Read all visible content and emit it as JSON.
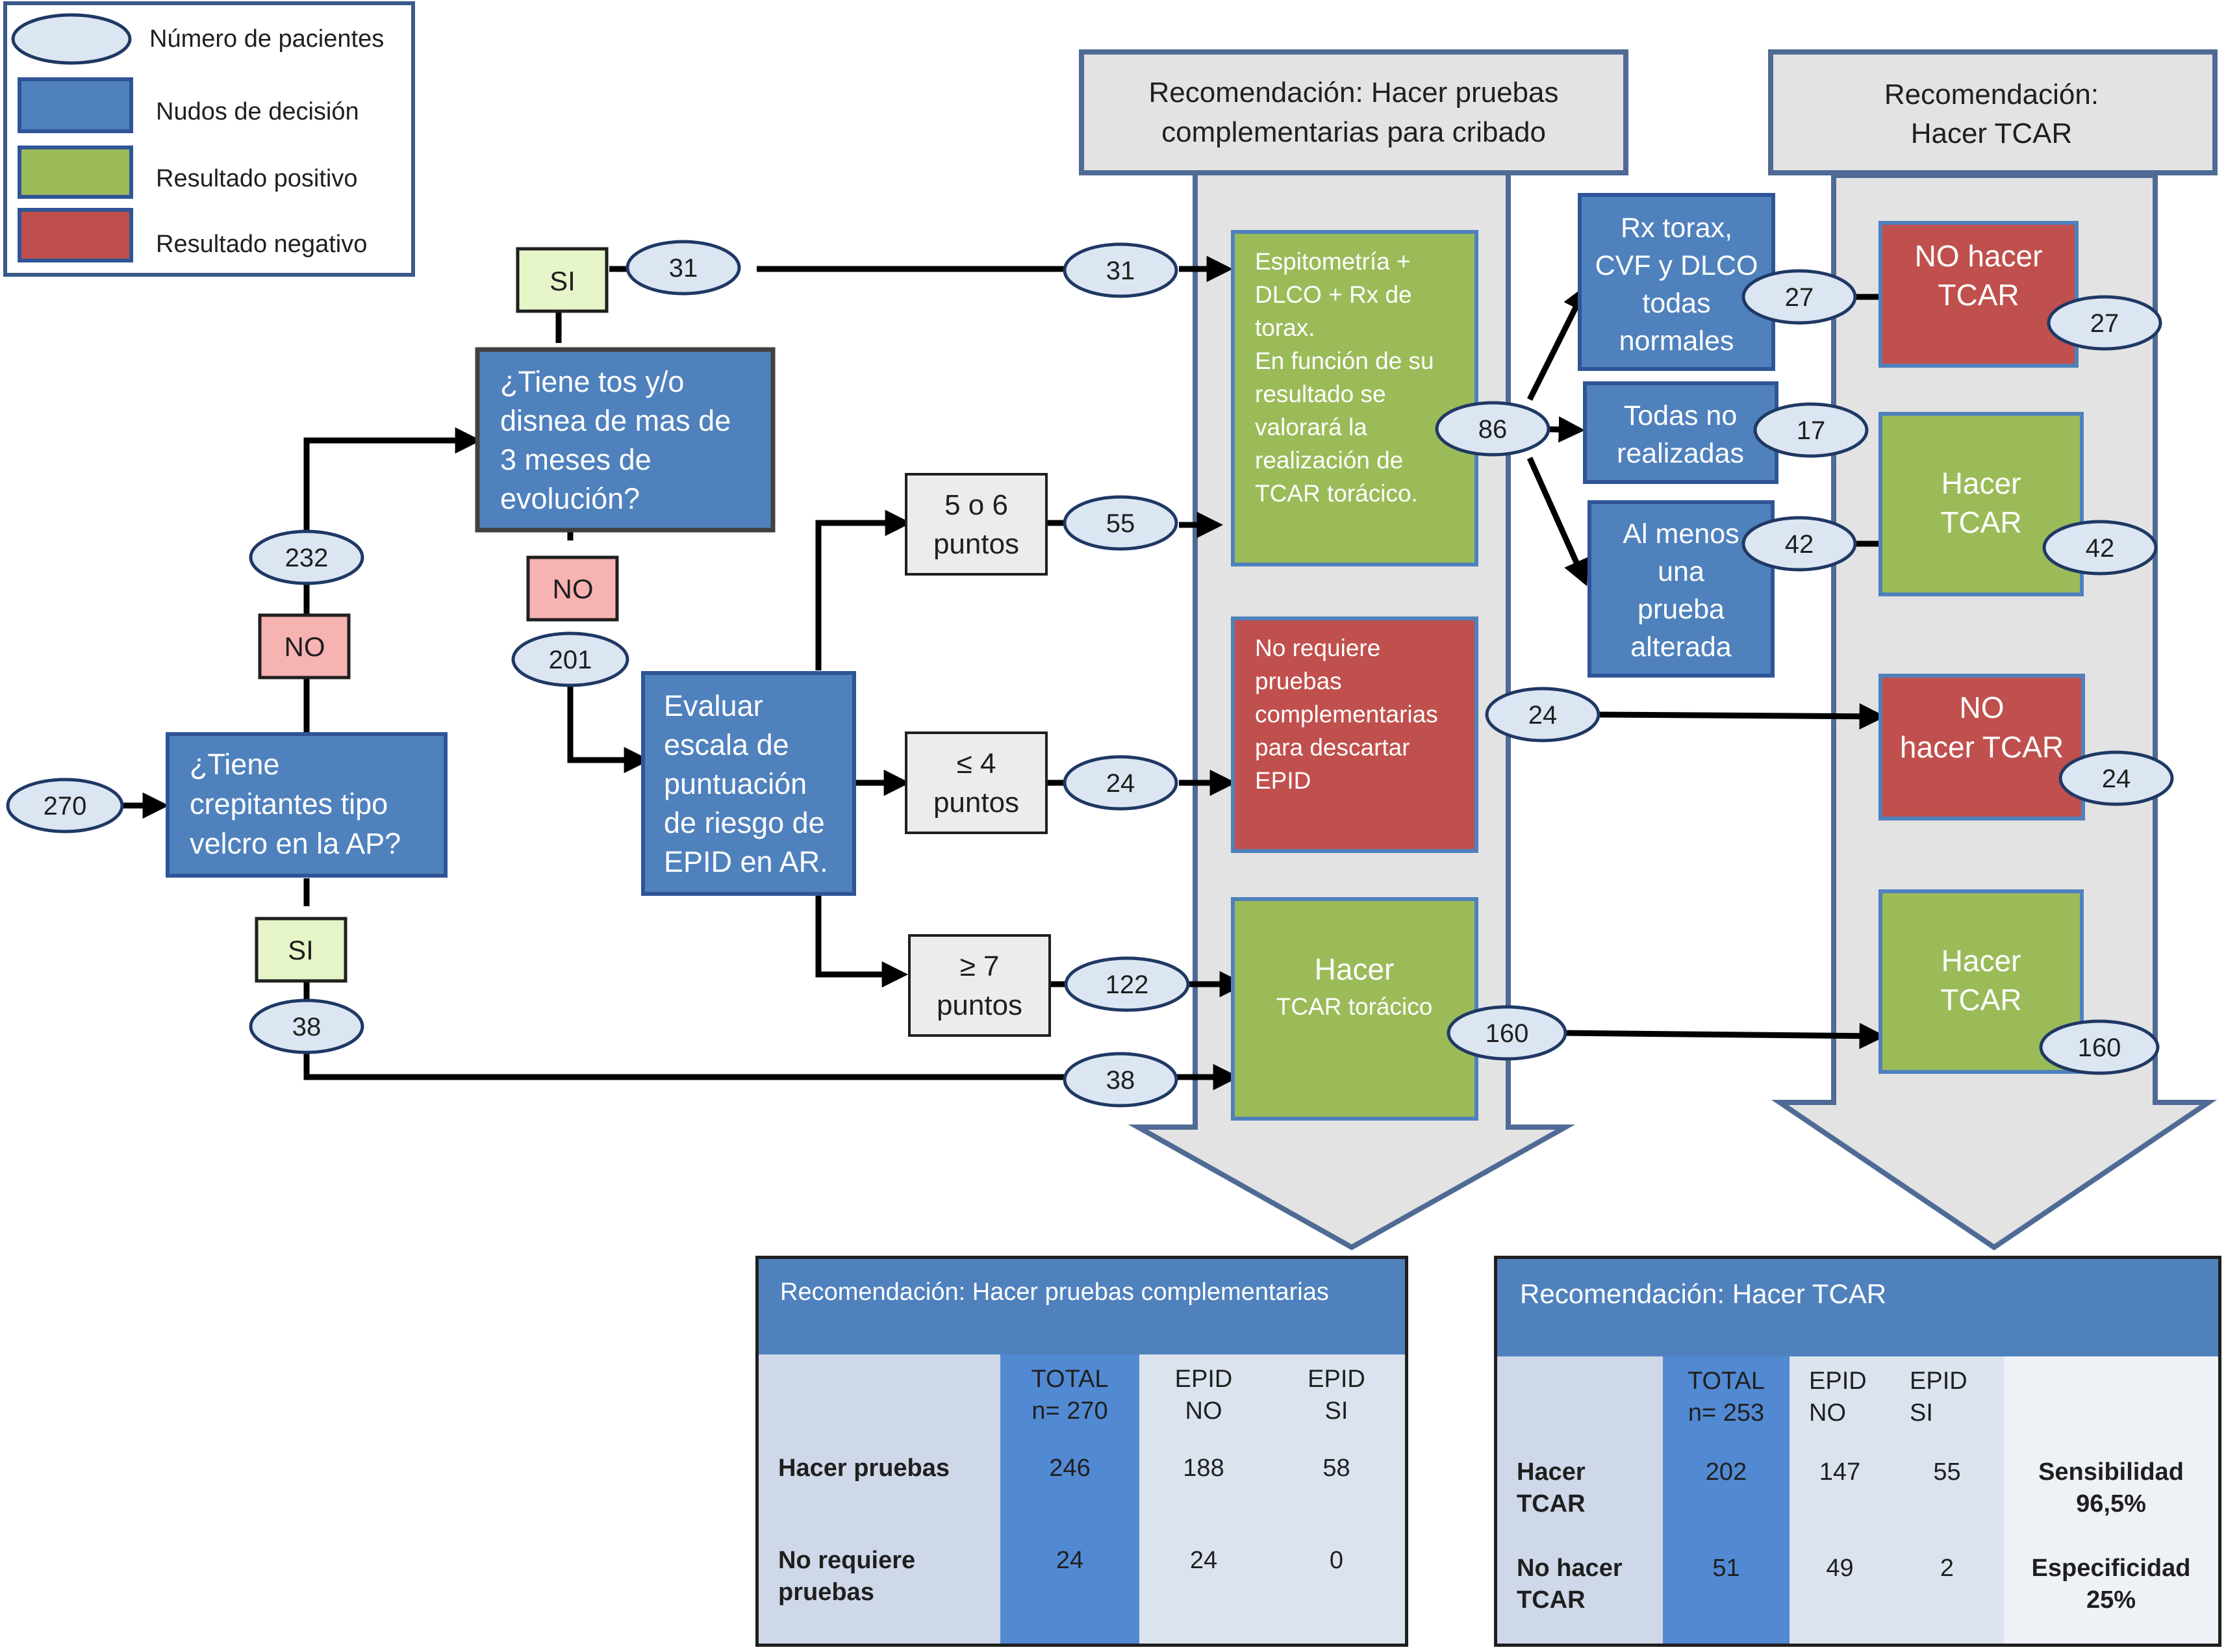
{
  "legend": {
    "items": [
      {
        "label": "Número de pacientes"
      },
      {
        "label": "Nudos de decisión"
      },
      {
        "label": "Resultado positivo"
      },
      {
        "label": "Resultado negativo"
      }
    ]
  },
  "colors": {
    "blue": "#4f81bd",
    "green": "#9bbb59",
    "red": "#c0504d",
    "ellipse": "#dce6f2",
    "gray": "#e0e0e0",
    "si": "#e6f5c8",
    "no": "#f7b2b2"
  },
  "columns": {
    "screening_header": [
      "Recomendación: Hacer pruebas",
      "complementarias  para cribado"
    ],
    "tcar_header": [
      "Recomendación:",
      "Hacer TCAR"
    ]
  },
  "nodes": {
    "q1": [
      "¿Tiene",
      "crepitantes tipo",
      "velcro en la AP?"
    ],
    "q2": [
      "¿Tiene  tos y/o",
      "disnea de mas de",
      "3 meses de",
      "evolución?"
    ],
    "q3": [
      "Evaluar",
      "escala de",
      "puntuación",
      "de riesgo de",
      "EPID en AR."
    ],
    "si_top": "SI",
    "no_top": "NO",
    "no_left": "NO",
    "si_left": "SI",
    "pts56": [
      "5 o 6",
      "puntos"
    ],
    "pts4": [
      "≤ 4",
      "puntos"
    ],
    "pts7": [
      "≥ 7",
      "puntos"
    ],
    "spiro": [
      "Espitometría +",
      "DLCO + Rx de",
      "torax.",
      "En función de su",
      "resultado se",
      "valorará la",
      "realización de",
      "TCAR torácico."
    ],
    "norequiere": [
      "No requiere",
      "pruebas",
      "complementarias",
      "para descartar",
      "EPID"
    ],
    "hacer_tcar_mid": [
      "Hacer",
      "TCAR torácico"
    ],
    "rx_normal": [
      "Rx torax,",
      "CVF y DLCO",
      "todas",
      "normales"
    ],
    "no_realizadas": [
      "Todas no",
      "realizadas"
    ],
    "alterada": [
      "Al menos",
      "una",
      "prueba",
      "alterada"
    ],
    "r_no1": [
      "NO  hacer",
      "TCAR"
    ],
    "r_hacer1": [
      "Hacer",
      "TCAR"
    ],
    "r_no2": [
      "NO",
      "hacer TCAR"
    ],
    "r_hacer2": [
      "Hacer",
      "TCAR"
    ]
  },
  "counts": {
    "n270": "270",
    "n232": "232",
    "n38a": "38",
    "n31a": "31",
    "n31b": "31",
    "n201": "201",
    "n55": "55",
    "n24a": "24",
    "n122": "122",
    "n38b": "38",
    "n86": "86",
    "n27a": "27",
    "n17": "17",
    "n42a": "42",
    "n24b": "24",
    "n160a": "160",
    "n27b": "27",
    "n42b": "42",
    "n24c": "24",
    "n160b": "160"
  },
  "table1": {
    "title": "Recomendación:    Hacer pruebas  complementarias",
    "headers": [
      [
        "TOTAL",
        "n= 270"
      ],
      [
        "EPID",
        "NO"
      ],
      [
        "EPID",
        "SI"
      ]
    ],
    "rows": [
      {
        "label": [
          "Hacer pruebas"
        ],
        "values": [
          "246",
          "188",
          "58"
        ]
      },
      {
        "label": [
          "No requiere",
          "pruebas"
        ],
        "values": [
          "24",
          "24",
          "0"
        ]
      }
    ]
  },
  "table2": {
    "title": "Recomendación: Hacer  TCAR",
    "headers": [
      [
        "TOTAL",
        "n= 253"
      ],
      [
        "EPID",
        "NO"
      ],
      [
        "EPID",
        "SI"
      ]
    ],
    "rows": [
      {
        "label": [
          "Hacer",
          "TCAR"
        ],
        "values": [
          "202",
          "147",
          "55"
        ],
        "stat": [
          "Sensibilidad",
          "96,5%"
        ]
      },
      {
        "label": [
          "No  hacer",
          "TCAR"
        ],
        "values": [
          "51",
          "49",
          "2"
        ],
        "stat": [
          "Especificidad",
          "25%"
        ]
      }
    ]
  }
}
